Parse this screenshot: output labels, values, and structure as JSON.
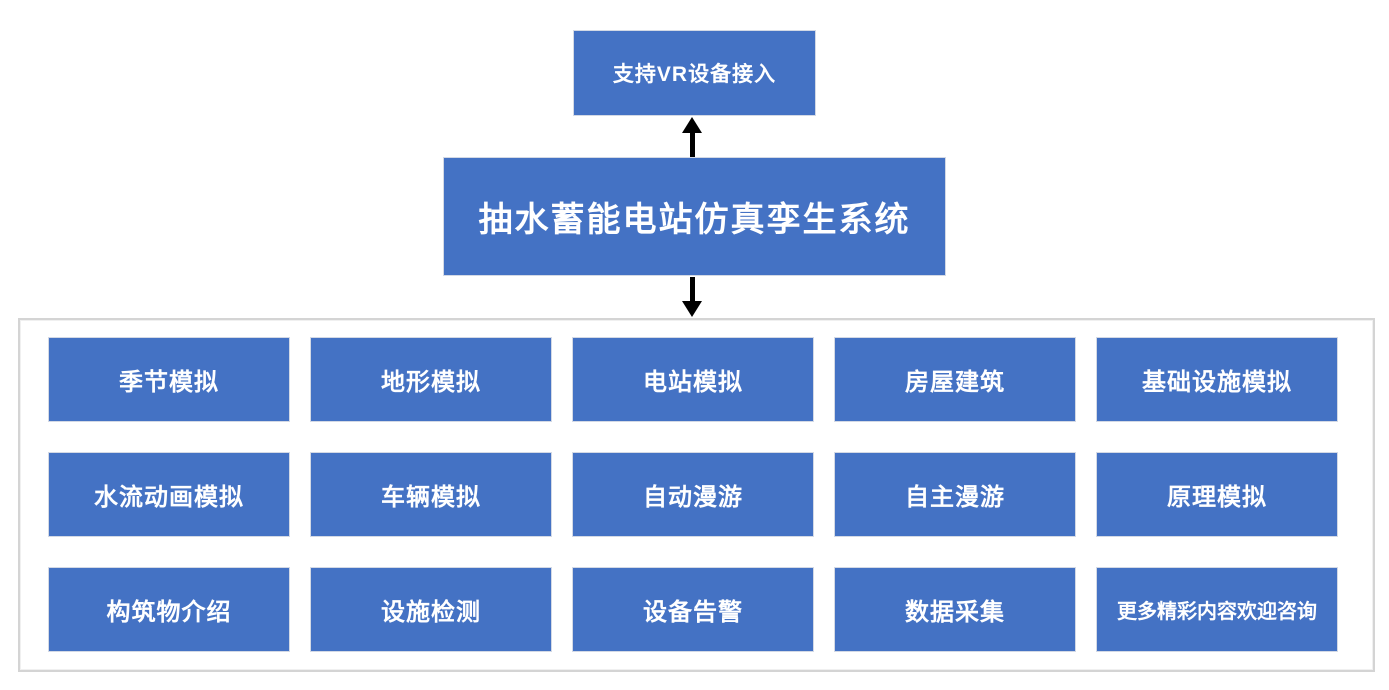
{
  "diagram": {
    "top_box": {
      "label": "支持VR设备接入"
    },
    "main_box": {
      "label": "抽水蓄能电站仿真孪生系统"
    },
    "connectors": [
      {
        "from": "main_box",
        "to": "top_box",
        "direction": "up"
      },
      {
        "from": "main_box",
        "to": "modules_container",
        "direction": "down"
      }
    ],
    "modules": [
      "季节模拟",
      "地形模拟",
      "电站模拟",
      "房屋建筑",
      "基础设施模拟",
      "水流动画模拟",
      "车辆模拟",
      "自动漫游",
      "自主漫游",
      "原理模拟",
      "构筑物介绍",
      "设施检测",
      "设备告警",
      "数据采集",
      "更多精彩内容欢迎咨询"
    ]
  },
  "colors": {
    "node_fill": "#4472C4",
    "node_text": "#FFFFFF",
    "node_border": "#D3D9E5",
    "container_border": "#D4D4D4",
    "arrow": "#000000"
  }
}
